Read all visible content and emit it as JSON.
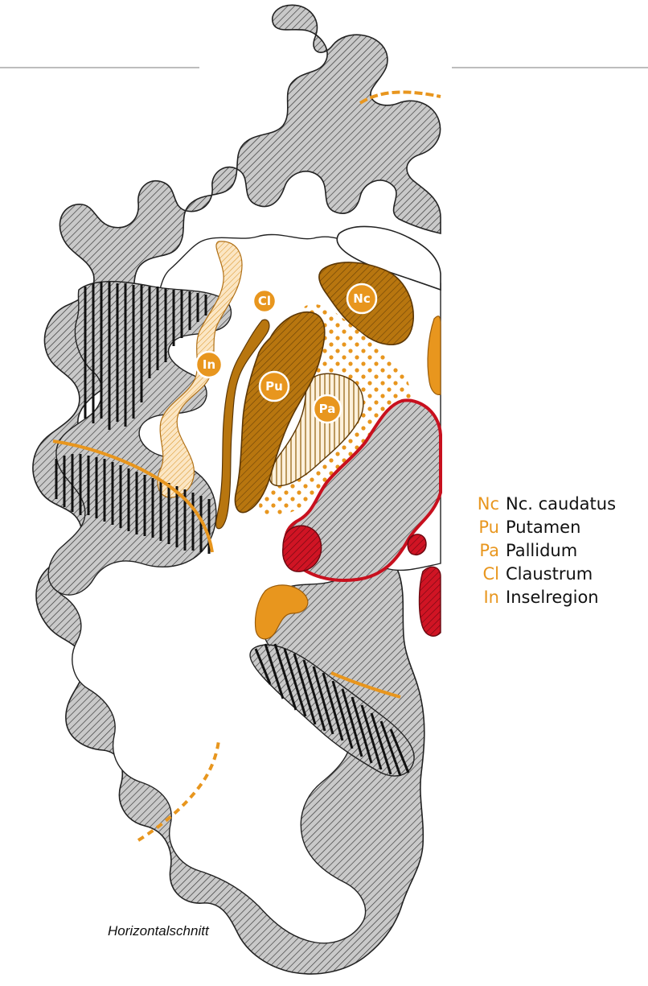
{
  "figure": {
    "caption": "Horizontalschnitt",
    "labels": {
      "nc": "Nc",
      "pu": "Pu",
      "pa": "Pa",
      "cl": "Cl",
      "in": "In"
    }
  },
  "legend": [
    {
      "abbr": "Nc",
      "name": "Nc. caudatus"
    },
    {
      "abbr": "Pu",
      "name": "Putamen"
    },
    {
      "abbr": "Pa",
      "name": "Pallidum"
    },
    {
      "abbr": "Cl",
      "name": "Claustrum"
    },
    {
      "abbr": "In",
      "name": "Inselregion"
    }
  ],
  "colors": {
    "orange": "#e8961e",
    "brown": "#b8760f",
    "red": "#c8101e",
    "cortex_gray": "#c8c8c8",
    "light_gray": "#bdbdbd"
  }
}
